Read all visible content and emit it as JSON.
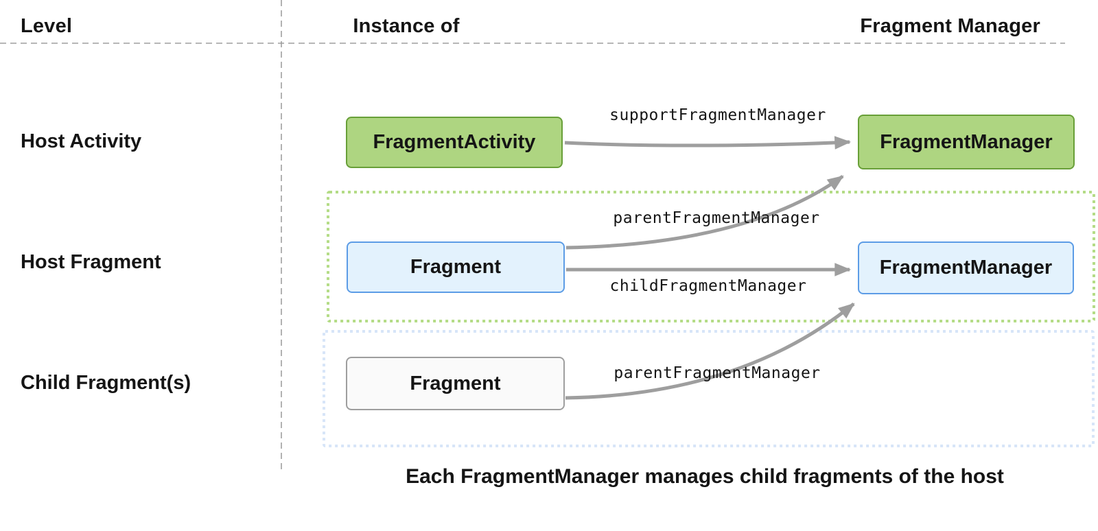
{
  "header": {
    "level": "Level",
    "instance_of": "Instance of",
    "fragment_manager": "Fragment Manager"
  },
  "rows": [
    {
      "label": "Host Activity"
    },
    {
      "label": "Host Fragment"
    },
    {
      "label": "Child Fragment(s)"
    }
  ],
  "boxes": {
    "fragment_activity": "FragmentActivity",
    "activity_fragment_manager": "FragmentManager",
    "host_fragment": "Fragment",
    "host_fragment_manager": "FragmentManager",
    "child_fragment": "Fragment"
  },
  "arrow_labels": {
    "support": "supportFragmentManager",
    "parent_host": "parentFragmentManager",
    "child": "childFragmentManager",
    "parent_child": "parentFragmentManager"
  },
  "caption": "Each FragmentManager manages child fragments of the host",
  "colors": {
    "green_fill": "#aed581",
    "green_border": "#689f38",
    "blue_fill": "#e3f2fd",
    "blue_border": "#5c9ce6",
    "neutral_fill": "#fafafa",
    "neutral_border": "#9e9e9e",
    "green_dotted": "#b4dc86",
    "blue_dotted": "#d7e5f8",
    "arrow": "#9e9e9e",
    "divider": "#9e9e9e",
    "text": "#151515"
  }
}
